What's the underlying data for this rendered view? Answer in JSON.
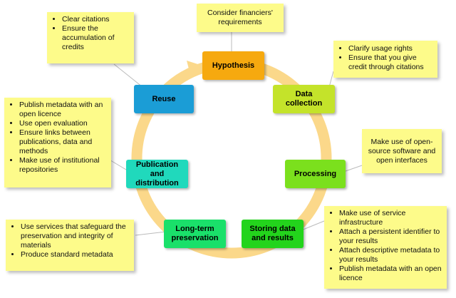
{
  "colors": {
    "ring": "#fbd88a",
    "note_fill": "#fdfb8a",
    "leader_line": "#bbbbbb",
    "hypothesis": "#f6a90f",
    "data_collection": "#c4e32a",
    "processing": "#7be01d",
    "storing": "#23d41c",
    "long_term": "#1ae06a",
    "publication": "#20d9bc",
    "reuse": "#1b9dd6"
  },
  "stages": {
    "hypothesis": "Hypothesis",
    "data_collection": "Data collection",
    "processing": "Processing",
    "storing": "Storing data and results",
    "long_term": "Long-term preservation",
    "publication": "Publication and distribution",
    "reuse": "Reuse"
  },
  "notes": {
    "reuse": [
      "Clear citations",
      "Ensure the accumulation of credits"
    ],
    "hypothesis": "Consider financiers' requirements",
    "data_collection": [
      "Clarify usage rights",
      "Ensure that you give credit through citations"
    ],
    "processing": "Make use of open-source software and open interfaces",
    "publication": [
      "Publish metadata with an open licence",
      "Use open evaluation",
      "Ensure links between publications, data and methods",
      "Make use of institutional repositories"
    ],
    "long_term": [
      "Use services that safeguard the preservation and integrity of materials",
      "Produce standard metadata"
    ],
    "storing": [
      "Make use of service infrastructure",
      "Attach a persistent identifier to your results",
      "Attach descriptive metadata to your results",
      "Publish metadata with an open licence"
    ]
  }
}
